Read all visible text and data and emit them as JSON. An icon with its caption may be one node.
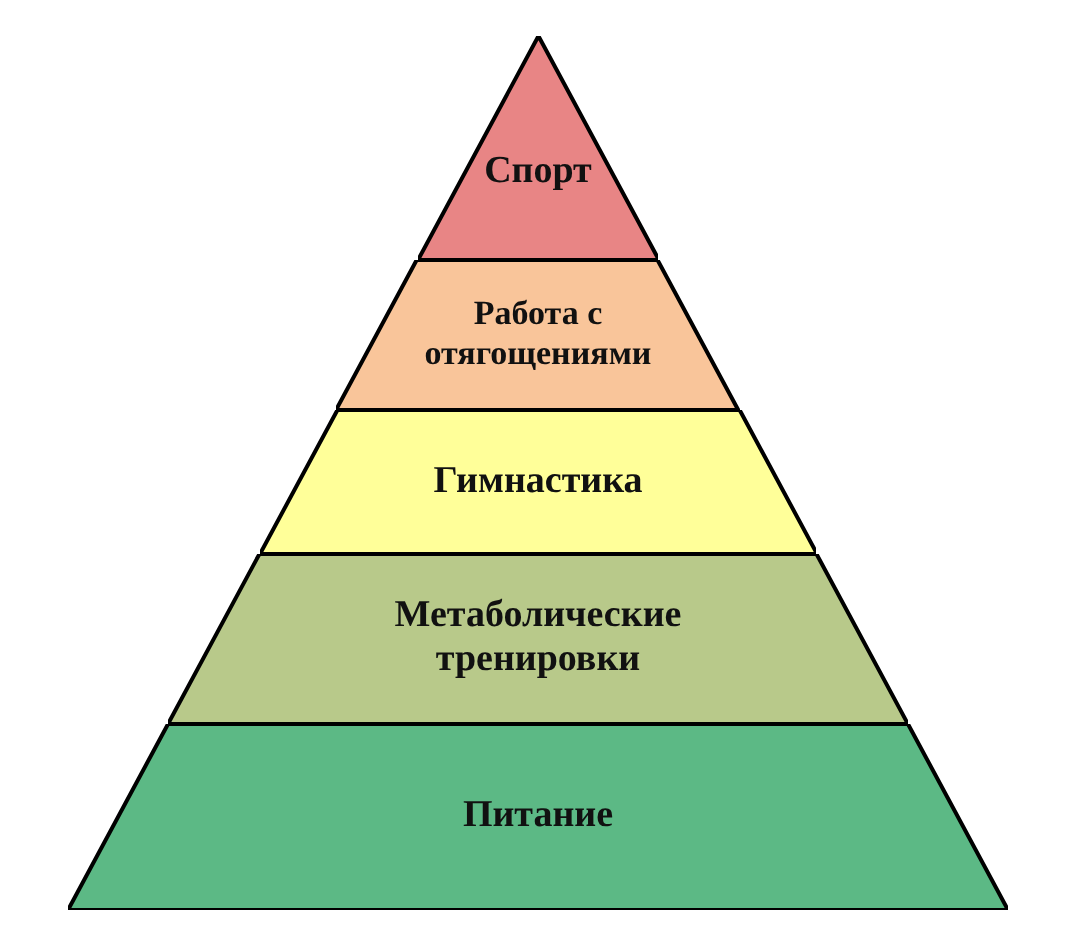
{
  "diagram": {
    "nodes": [
      {
        "text": [
          "Спорт"
        ]
      },
      {
        "text": [
          "Работа с отягощениями"
        ]
      },
      {
        "text": [
          "Гимнастика"
        ]
      },
      {
        "text": [
          "Метаболические тренировки"
        ]
      },
      {
        "text": [
          "Питание"
        ]
      }
    ]
  }
}
